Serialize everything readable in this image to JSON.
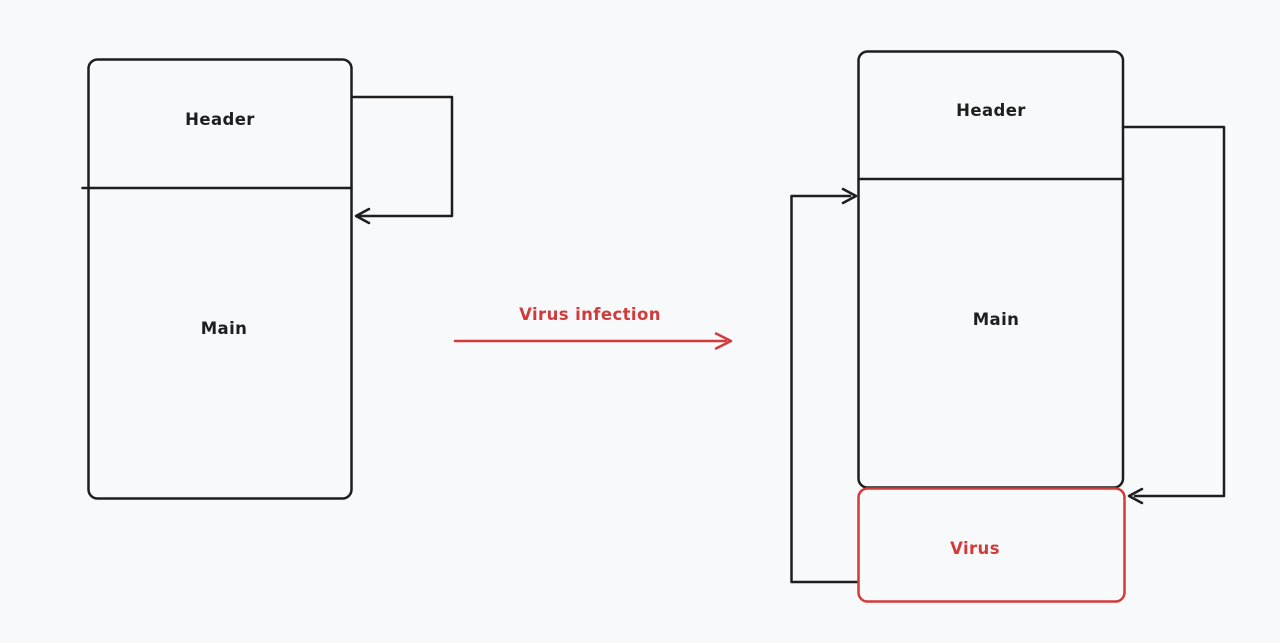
{
  "colors": {
    "background": "#f8f9fa",
    "ink": "#1e1e1e",
    "accent": "#d13b3b"
  },
  "before_box": {
    "header_label": "Header",
    "main_label": "Main"
  },
  "transition": {
    "label": "Virus infection"
  },
  "after_box": {
    "header_label": "Header",
    "main_label": "Main",
    "virus_label": "Virus"
  }
}
